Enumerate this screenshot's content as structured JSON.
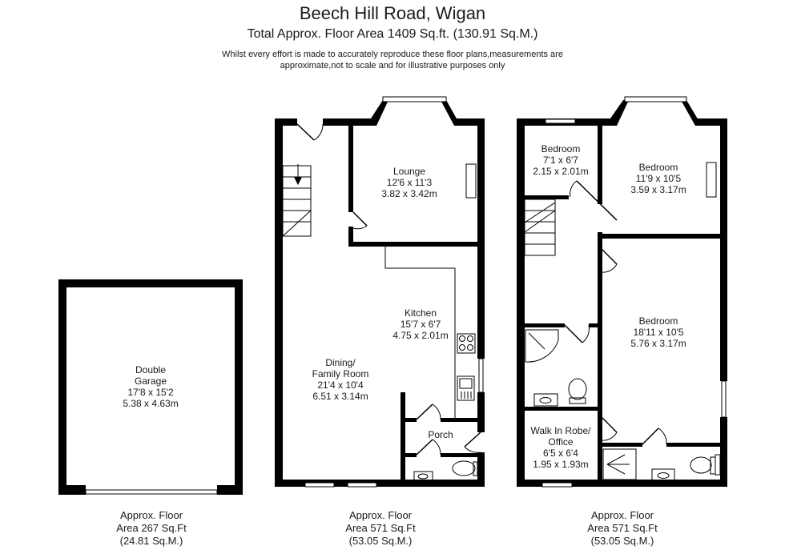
{
  "header": {
    "title": "Beech Hill Road, Wigan",
    "subtitle": "Total Approx. Floor Area 1409 Sq.ft. (130.91 Sq.M.)",
    "disclaimer_line1": "Whilst every effort is made to accurately reproduce these floor plans,measurements are",
    "disclaimer_line2": "approximate,not to scale and for illustrative purposes only"
  },
  "garage": {
    "rooms": [
      {
        "name1": "Double",
        "name2": "Garage",
        "imperial": "17'8 x 15'2",
        "metric": "5.38 x 4.63m"
      }
    ],
    "area": {
      "line1": "Approx. Floor",
      "line2": "Area 267 Sq.Ft",
      "line3": "(24.81 Sq.M.)"
    }
  },
  "ground_floor": {
    "rooms": [
      {
        "name": "Lounge",
        "imperial": "12'6 x 11'3",
        "metric": "3.82 x 3.42m"
      },
      {
        "name": "Kitchen",
        "imperial": "15'7 x 6'7",
        "metric": "4.75 x 2.01m"
      },
      {
        "name1": "Dining/",
        "name2": "Family Room",
        "imperial": "21'4 x 10'4",
        "metric": "6.51 x 3.14m"
      },
      {
        "name": "Porch"
      }
    ],
    "area": {
      "line1": "Approx. Floor",
      "line2": "Area 571 Sq.Ft",
      "line3": "(53.05 Sq.M.)"
    }
  },
  "first_floor": {
    "rooms": [
      {
        "name": "Bedroom",
        "imperial": "7'1 x 6'7",
        "metric": "2.15 x 2.01m"
      },
      {
        "name": "Bedroom",
        "imperial": "11'9 x 10'5",
        "metric": "3.59 x 3.17m"
      },
      {
        "name": "Bedroom",
        "imperial": "18'11 x 10'5",
        "metric": "5.76 x 3.17m"
      },
      {
        "name1": "Walk In Robe/",
        "name2": "Office",
        "imperial": "6'5 x 6'4",
        "metric": "1.95 x 1.93m"
      }
    ],
    "area": {
      "line1": "Approx. Floor",
      "line2": "Area 571 Sq.Ft",
      "line3": "(53.05 Sq.M.)"
    }
  },
  "colors": {
    "wall": "#000000",
    "fixture": "#333333",
    "text": "#1a1a1a",
    "background": "#ffffff"
  }
}
